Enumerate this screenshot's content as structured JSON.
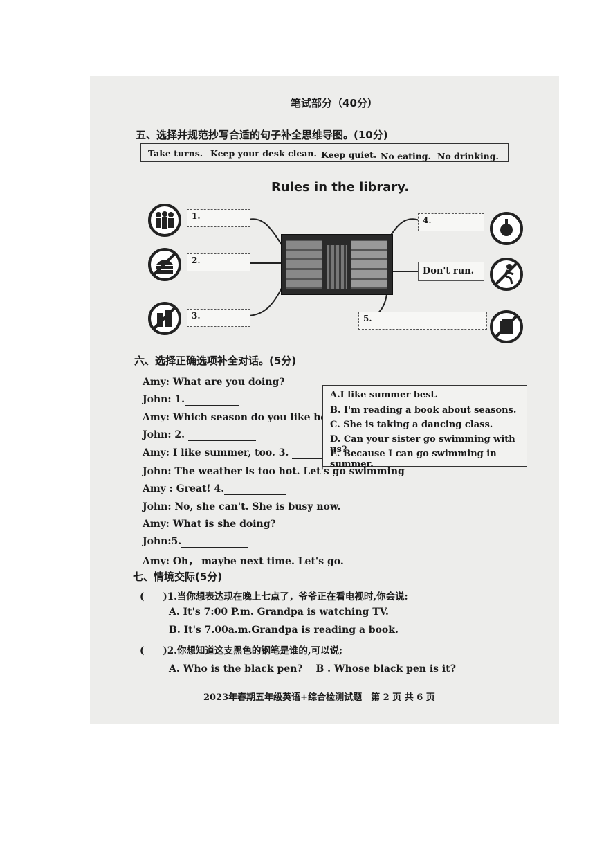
{
  "written_title": "笔试部分（40分）",
  "s5": {
    "heading": "五、选择并规范抄写合适的句子补全思维导图。(10分)",
    "options": [
      "Take turns.",
      "Keep your desk clean.",
      "Keep quiet.",
      "No eating.",
      "No drinking."
    ],
    "map_title": "Rules in the library.",
    "slots": [
      "1.",
      "2.",
      "3.",
      "4.",
      "5."
    ],
    "given": "Don't run."
  },
  "s6": {
    "heading": "六、选择正确选项补全对话。(5分)",
    "dialogue": [
      "Amy: What are you doing?",
      "John: 1.",
      "Amy: Which season do you like best?",
      "John: 2.",
      "Amy: I like summer, too. 3.",
      "John: The weather is too hot. Let's go swimming",
      "Amy : Great! 4.",
      "John: No, she can't. She is busy now.",
      "Amy: What is she doing?",
      "John:5.",
      "Amy: Oh， maybe next time. Let's go."
    ],
    "choices": [
      "A.I like summer best.",
      "B. I'm reading a book about seasons.",
      "C. She is taking a dancing class.",
      "D. Can your sister go swimming with us?",
      "E. Because I can go swimming in summer."
    ]
  },
  "s7": {
    "heading": "七、情境交际(5分)",
    "q1": "(　　)1.当你想表达现在晚上七点了，爷爷正在看电视时,你会说:",
    "q1a": "A. It's 7:00 P.m. Grandpa is watching TV.",
    "q1b": "B. It's 7.00a.m.Grandpa is reading a book.",
    "q2": "(　　)2.你想知道这支黑色的钢笔是谁的,可以说;",
    "q2ab": "A. Who is the black pen?　 B . Whose black pen is it?"
  },
  "footer": "2023年春期五年级英语+综合检测试题　第 2 页 共 6 页"
}
